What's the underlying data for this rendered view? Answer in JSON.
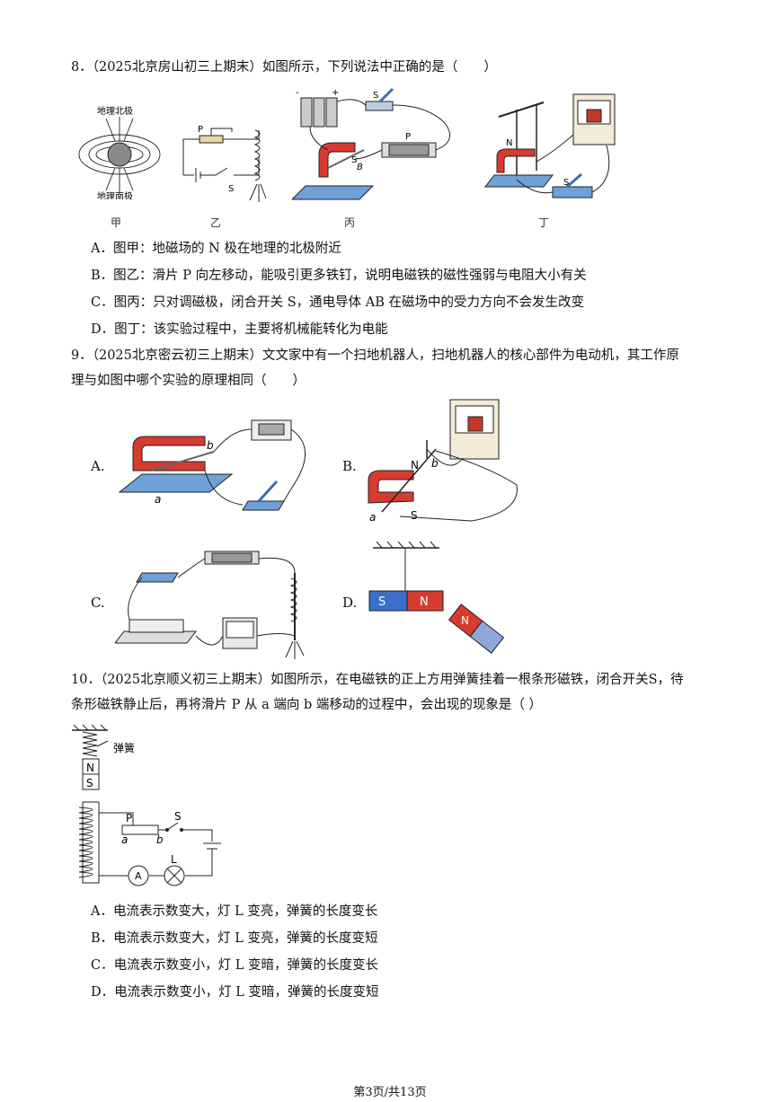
{
  "q8": {
    "stem": "8．（2025北京房山初三上期末）如图所示，下列说法中正确的是（　　）",
    "fig_labels": {
      "geo_north": "地理北极",
      "geo_south": "地理南极",
      "p": "P",
      "s": "S",
      "plus": "+",
      "minus": "-",
      "b": "B",
      "n": "N"
    },
    "captions": [
      "甲",
      "乙",
      "丙",
      "丁"
    ],
    "options": [
      "A．图甲：地磁场的 N 极在地理的北极附近",
      "B．图乙：滑片 P 向左移动，能吸引更多铁钉，说明电磁铁的磁性强弱与电阻大小有关",
      "C．图丙：只对调磁极，闭合开关 S，通电导体 AB 在磁场中的受力方向不会发生改变",
      "D．图丁：该实验过程中，主要将机械能转化为电能"
    ]
  },
  "q9": {
    "stem_line1": "9．（2025北京密云初三上期末）文文家中有一个扫地机器人，扫地机器人的核心部件为电动机，其工作原",
    "stem_line2": "理与如图中哪个实验的原理相同（　　）",
    "option_letters": [
      "A.",
      "B.",
      "C.",
      "D."
    ],
    "fig_labels": {
      "a": "a",
      "b": "b",
      "n": "N",
      "s": "S"
    }
  },
  "q10": {
    "stem_line1": "10．（2025北京顺义初三上期末）如图所示，在电磁铁的正上方用弹簧挂着一根条形磁铁，闭合开关S，待",
    "stem_line2": "条形磁铁静止后，再将滑片 P 从 a 端向 b 端移动的过程中，会出现的现象是（ ）",
    "fig_labels": {
      "spring": "弹簧",
      "n": "N",
      "s": "S",
      "p": "P",
      "a": "a",
      "b": "b",
      "sw": "S",
      "ammeter": "A",
      "lamp": "L"
    },
    "options": [
      "A．电流表示数变大，灯 L 变亮，弹簧的长度变长",
      "B．电流表示数变大，灯 L 变亮，弹簧的长度变短",
      "C．电流表示数变小，灯 L 变暗，弹簧的长度变长",
      "D．电流表示数变小，灯 L 变暗，弹簧的长度变短"
    ]
  },
  "footer": "第3页/共13页"
}
